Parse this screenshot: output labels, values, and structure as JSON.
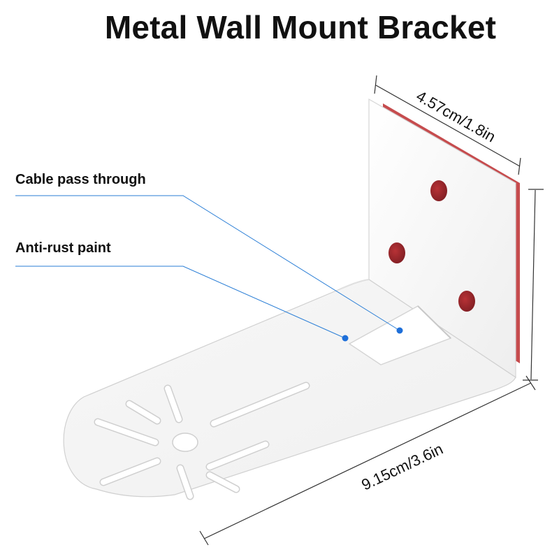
{
  "title": "Metal Wall Mount Bracket",
  "callouts": {
    "cable_pass": "Cable pass through",
    "anti_rust": "Anti-rust paint"
  },
  "dimensions": {
    "depth": "4.57cm/1.8in",
    "length": "9.15cm/3.6in"
  },
  "colors": {
    "bracket": "#ffffff",
    "adhesive_edge": "#c0393b",
    "callout_line": "#2a7ed6",
    "callout_dot": "#1e6fd9",
    "text": "#111111"
  }
}
